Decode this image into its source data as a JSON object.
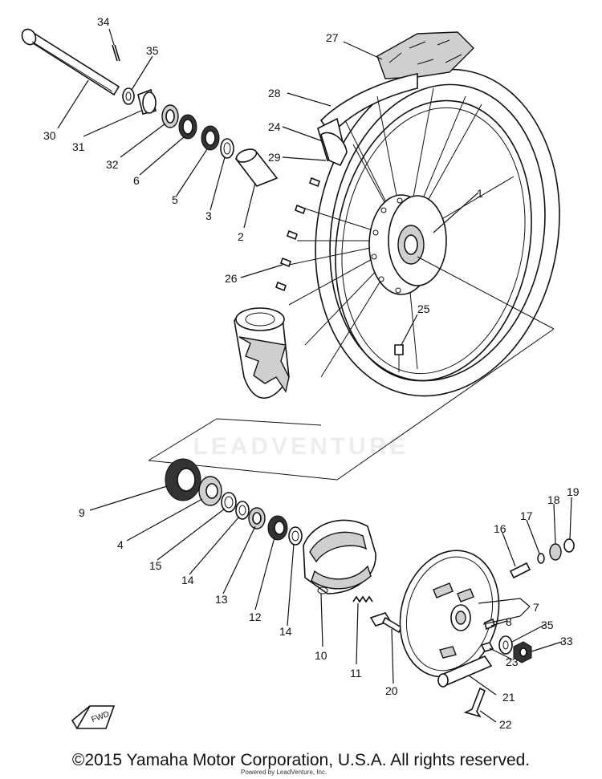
{
  "diagram": {
    "watermark": "LEADVENTURE",
    "fwd_label": "FWD",
    "callouts": [
      "34",
      "35",
      "27",
      "30",
      "28",
      "31",
      "32",
      "24",
      "6",
      "29",
      "5",
      "1",
      "3",
      "2",
      "26",
      "25",
      "9",
      "4",
      "15",
      "14",
      "13",
      "12",
      "14",
      "10",
      "11",
      "20",
      "16",
      "17",
      "18",
      "19",
      "7",
      "8",
      "35",
      "33",
      "23",
      "21",
      "22"
    ]
  },
  "footer": {
    "copyright": "©2015 Yamaha Motor Corporation, U.S.A. All rights reserved.",
    "credit": "Powered by LeadVenture, Inc."
  }
}
